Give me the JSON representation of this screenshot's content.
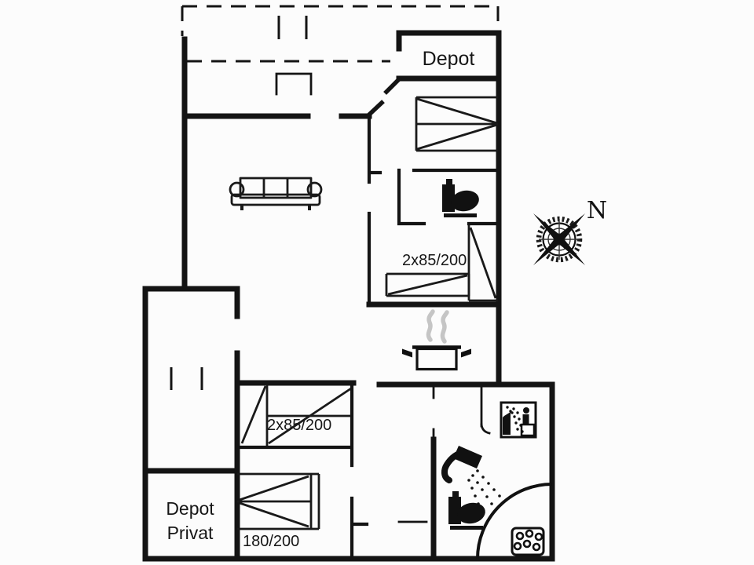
{
  "title": "Holiday home floor plan",
  "colors": {
    "ink": "#141414",
    "background": "#fcfcfc",
    "steam": "#c5c5c5"
  },
  "labels": {
    "depot": "Depot",
    "depot_privat_line1": "Depot",
    "depot_privat_line2": "Privat",
    "bed_size_right": "2x85/200",
    "bed_size_middle": "2x85/200",
    "bed_size_bottom": "180/200",
    "compass_north": "N"
  },
  "icons": {
    "sofa": "sofa-icon",
    "toilet_upper": "toilet-icon",
    "toilet_bathroom": "toilet-icon",
    "shower": "shower-icon",
    "sauna": "sauna-icon",
    "cooking_pot": "cooking-pot-icon",
    "steam": "steam-icon",
    "whirlpool": "whirlpool-corner-tub-icon",
    "compass": "compass-rose-icon",
    "wood_stove": "wood-stove-icon"
  }
}
